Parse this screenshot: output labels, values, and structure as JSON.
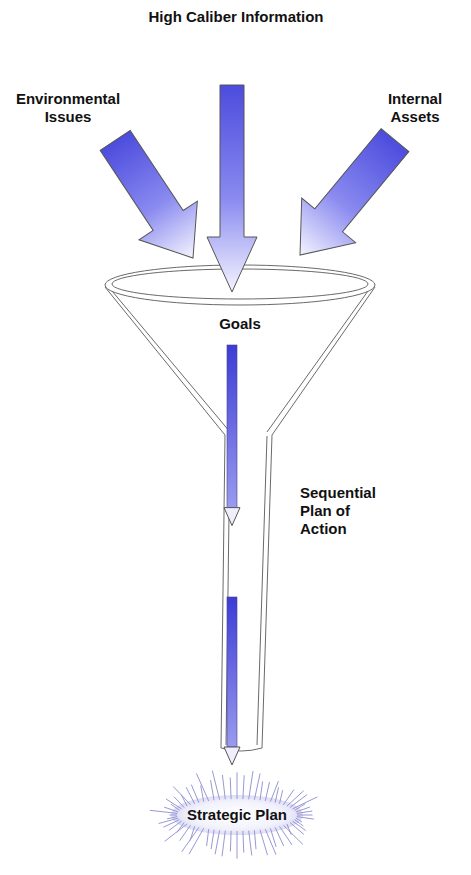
{
  "diagram": {
    "nodes": [
      {
        "text": [
          "Goals"
        ]
      },
      {
        "text": [
          "Strategic Plan"
        ]
      }
    ],
    "edges": [
      {
        "from": 0,
        "to": 1,
        "arrow": "to",
        "label": "Sequential Plan of Action"
      }
    ],
    "labels": [
      "High Caliber Information",
      "Environmental Issues",
      "Internal Assets"
    ]
  }
}
